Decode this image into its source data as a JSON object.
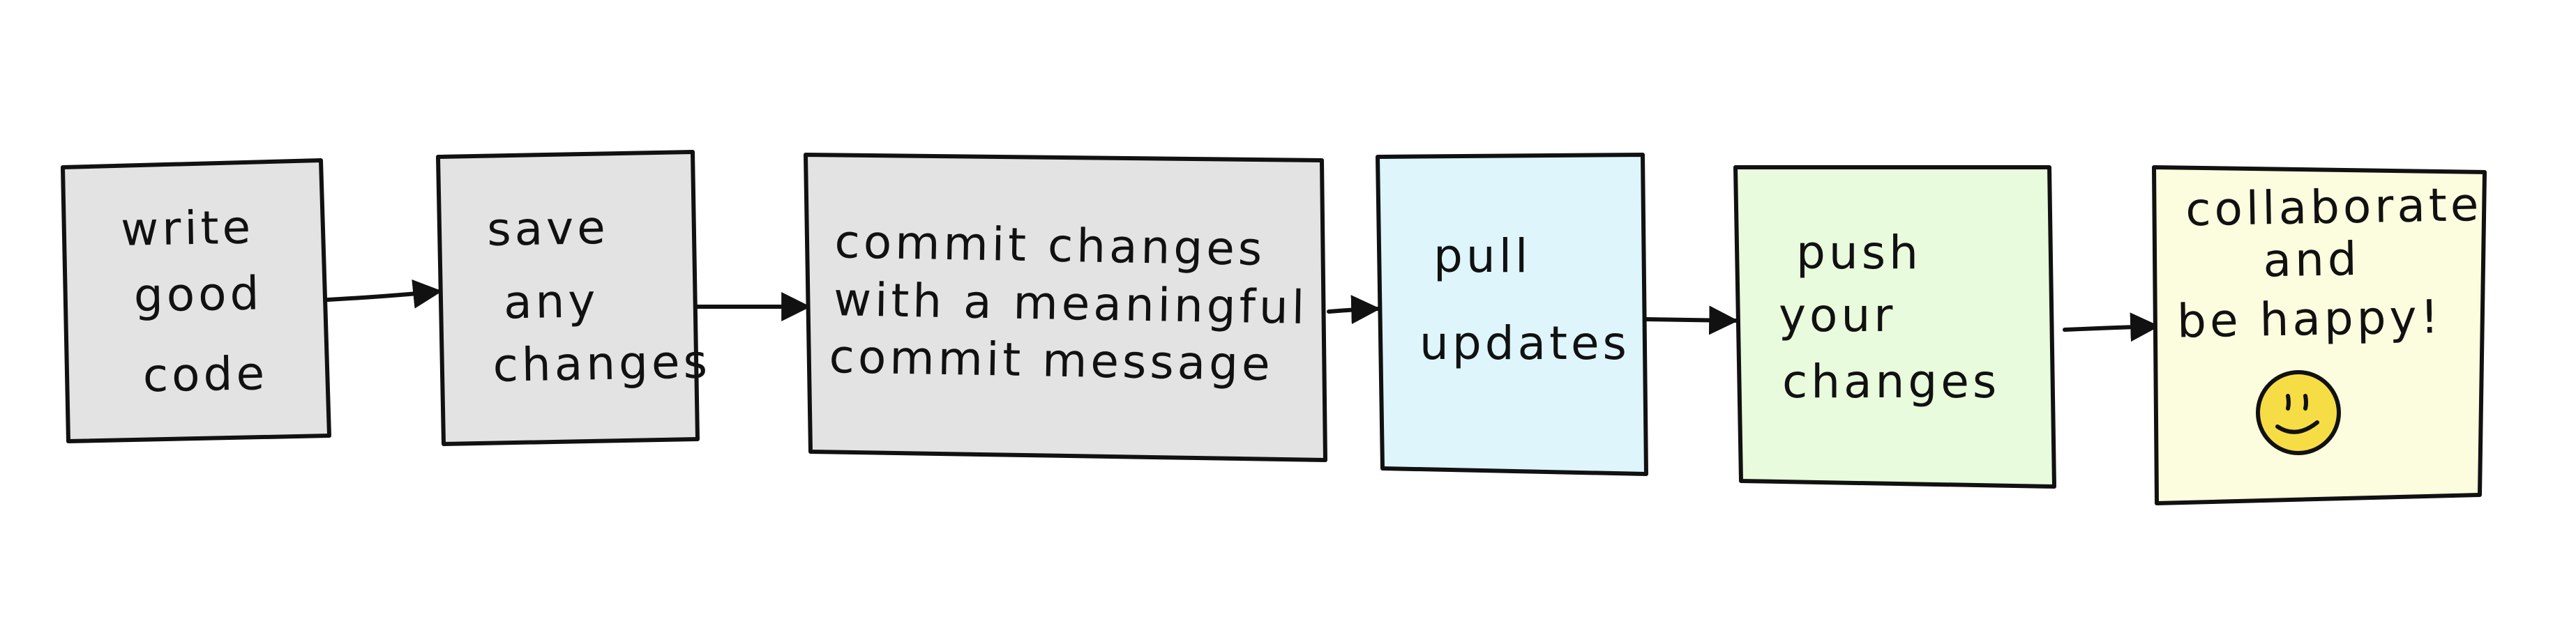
{
  "steps": [
    {
      "lines": [
        "write",
        "good",
        "code"
      ],
      "color": "#e3e3e3"
    },
    {
      "lines": [
        "save",
        "any",
        "changes"
      ],
      "color": "#e3e3e3"
    },
    {
      "lines": [
        "commit changes",
        "with a meaningful",
        "commit message"
      ],
      "color": "#e3e3e3"
    },
    {
      "lines": [
        "pull",
        "updates"
      ],
      "color": "#ddf5fb"
    },
    {
      "lines": [
        "push",
        "your",
        "changes"
      ],
      "color": "#e8fbdc"
    },
    {
      "lines": [
        "collaborate",
        "and",
        "be happy!"
      ],
      "color": "#fcfcde"
    }
  ],
  "icons": {
    "final_step_icon": "smiley-face-icon",
    "smiley_color": "#f7dd45"
  },
  "stroke_color": "#111111"
}
